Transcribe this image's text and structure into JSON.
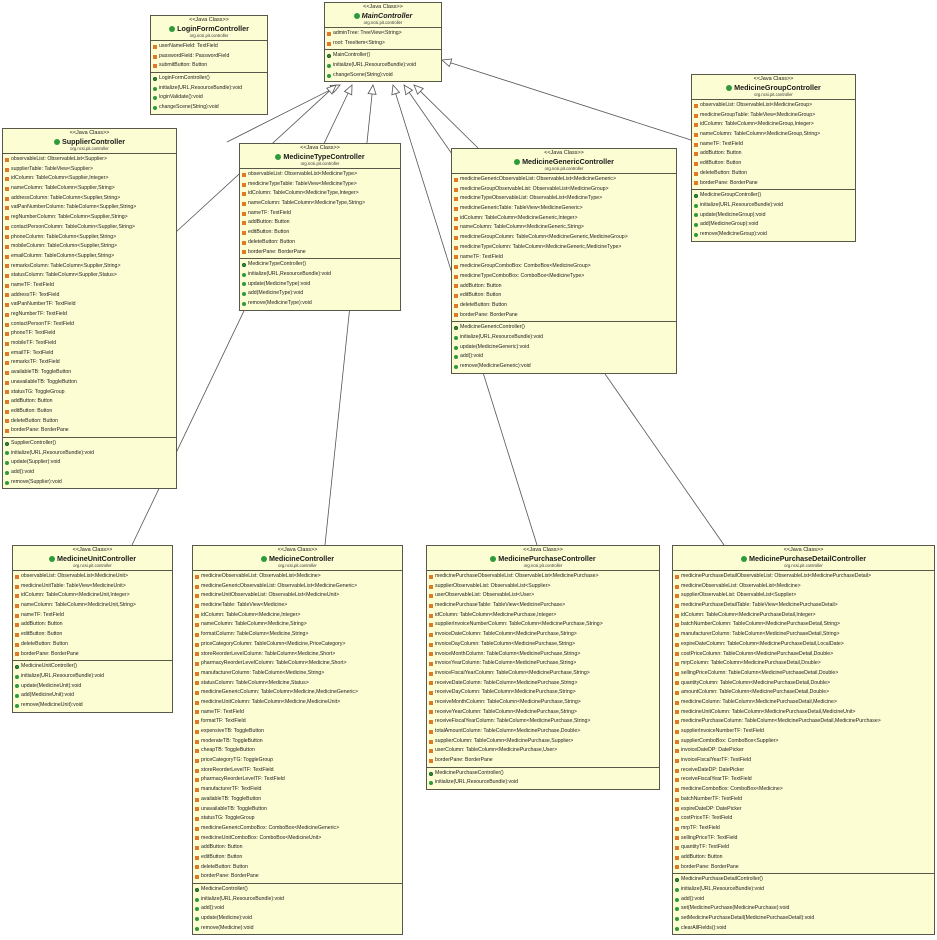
{
  "classes": [
    {
      "id": "login",
      "stereotype": "<<Java Class>>",
      "name": "LoginFormController",
      "package": "org.ncsi.pit.controller",
      "fields": [
        "userNameField: TextField",
        "passwordField: PasswordField",
        "submitButton: Button"
      ],
      "methods": [
        "LoginFormController()",
        "initialize(URL,ResourceBundle):void",
        "loginValidate():void",
        "changeScene(String):void"
      ]
    },
    {
      "id": "main",
      "stereotype": "<<Java Class>>",
      "name": "MainController",
      "package": "org.ncsi.pit.controller",
      "fields": [
        "adminTree: TreeView<String>",
        "root: TreeItem<String>"
      ],
      "methods": [
        "MainController()",
        "initialize(URL,ResourceBundle):void",
        "changeScene(String):void"
      ]
    },
    {
      "id": "group",
      "stereotype": "<<Java Class>>",
      "name": "MedicineGroupController",
      "package": "org.ncsi.pit.controller",
      "fields": [
        "observableList: ObservableList<MedicineGroup>",
        "medicineGroupTable: TableView<MedicineGroup>",
        "idColumn: TableColumn<MedicineGroup,Integer>",
        "nameColumn: TableColumn<MedicineGroup,String>",
        "nameTF: TextField",
        "addButton: Button",
        "editButton: Button",
        "deleteButton: Button",
        "borderPane: BorderPane"
      ],
      "methods": [
        "MedicineGroupController()",
        "initialize(URL,ResourceBundle):void",
        "update(MedicineGroup):void",
        "add(MedicineGroup):void",
        "remove(MedicineGroup):void"
      ]
    },
    {
      "id": "supplier",
      "stereotype": "<<Java Class>>",
      "name": "SupplierController",
      "package": "org.ncsi.pit.controller",
      "fields": [
        "observableList: ObservableList<Supplier>",
        "supplierTable: TableView<Supplier>",
        "idColumn: TableColumn<Supplier,Integer>",
        "nameColumn: TableColumn<Supplier,String>",
        "addressColumn: TableColumn<Supplier,String>",
        "vatPanNumberColumn: TableColumn<Supplier,String>",
        "regNumberColumn: TableColumn<Supplier,String>",
        "contactPersonColumn: TableColumn<Supplier,String>",
        "phoneColumn: TableColumn<Supplier,String>",
        "mobileColumn: TableColumn<Supplier,String>",
        "emailColumn: TableColumn<Supplier,String>",
        "remarksColumn: TableColumn<Supplier,String>",
        "statusColumn: TableColumn<Supplier,Status>",
        "nameTF: TextField",
        "addressTF: TextField",
        "vatPanNumberTF: TextField",
        "regNumberTF: TextField",
        "contactPersonTF: TextField",
        "phoneTF: TextField",
        "mobileTF: TextField",
        "emailTF: TextField",
        "remarksTF: TextField",
        "availableTB: ToggleButton",
        "unavailableTB: ToggleButton",
        "statusTG: ToggleGroup",
        "addButton: Button",
        "editButton: Button",
        "deleteButton: Button",
        "borderPane: BorderPane"
      ],
      "methods": [
        "SupplierController()",
        "initialize(URL,ResourceBundle):void",
        "update(Supplier):void",
        "add():void",
        "remove(Supplier):void"
      ]
    },
    {
      "id": "type",
      "stereotype": "<<Java Class>>",
      "name": "MedicineTypeController",
      "package": "org.ncsi.pit.controller",
      "fields": [
        "observableList: ObservableList<MedicineType>",
        "medicineTypeTable: TableView<MedicineType>",
        "idColumn: TableColumn<MedicineType,Integer>",
        "nameColumn: TableColumn<MedicineType,String>",
        "nameTF: TextField",
        "addButton: Button",
        "editButton: Button",
        "deleteButton: Button",
        "borderPane: BorderPane"
      ],
      "methods": [
        "MedicineTypeController()",
        "initialize(URL,ResourceBundle):void",
        "update(MedicineType):void",
        "add(MedicineType):void",
        "remove(MedicineType):void"
      ]
    },
    {
      "id": "generic",
      "stereotype": "<<Java Class>>",
      "name": "MedicineGenericController",
      "package": "org.ncsi.pit.controller",
      "fields": [
        "medicineGenericObservableList: ObservableList<MedicineGeneric>",
        "medicineGroupObservableList: ObservableList<MedicineGroup>",
        "medicineTypeObservableList: ObservableList<MedicineType>",
        "medicineGenericTable: TableView<MedicineGeneric>",
        "idColumn: TableColumn<MedicineGeneric,Integer>",
        "nameColumn: TableColumn<MedicineGeneric,String>",
        "medicineGroupColumn: TableColumn<MedicineGeneric,MedicineGroup>",
        "medicineTypeColumn: TableColumn<MedicineGeneric,MedicineType>",
        "nameTF: TextField",
        "medicineGroupComboBox: ComboBox<MedicineGroup>",
        "medicineTypeComboBox: ComboBox<MedicineType>",
        "addButton: Button",
        "editButton: Button",
        "deleteButton: Button",
        "borderPane: BorderPane"
      ],
      "methods": [
        "MedicineGenericController()",
        "initialize(URL,ResourceBundle):void",
        "update(MedicineGeneric):void",
        "add():void",
        "remove(MedicineGeneric):void"
      ]
    },
    {
      "id": "unit",
      "stereotype": "<<Java Class>>",
      "name": "MedicineUnitController",
      "package": "org.ncsi.pit.controller",
      "fields": [
        "observableList: ObservableList<MedicineUnit>",
        "medicineUnitTable: TableView<MedicineUnit>",
        "idColumn: TableColumn<MedicineUnit,Integer>",
        "nameColumn: TableColumn<MedicineUnit,String>",
        "nameTF: TextField",
        "addButton: Button",
        "editButton: Button",
        "deleteButton: Button",
        "borderPane: BorderPane"
      ],
      "methods": [
        "MedicineUnitController()",
        "initialize(URL,ResourceBundle):void",
        "update(MedicineUnit):void",
        "add(MedicineUnit):void",
        "remove(MedicineUnit):void"
      ]
    },
    {
      "id": "medicine",
      "stereotype": "<<Java Class>>",
      "name": "MedicineController",
      "package": "org.ncsi.pit.controller",
      "fields": [
        "medicineObservableList: ObservableList<Medicine>",
        "medicineGenericObservableList: ObservableList<MedicineGeneric>",
        "medicineUnitObservableList: ObservableList<MedicineUnit>",
        "medicineTable: TableView<Medicine>",
        "idColumn: TableColumn<Medicine,Integer>",
        "nameColumn: TableColumn<Medicine,String>",
        "formatColumn: TableColumn<Medicine,String>",
        "priceCategoryColumn: TableColumn<Medicine,PriceCategory>",
        "storeReorderLevelColumn: TableColumn<Medicine,Short>",
        "pharmacyReorderLevelColumn: TableColumn<Medicine,Short>",
        "manufacturerColumn: TableColumn<Medicine,String>",
        "statusColumn: TableColumn<Medicine,Status>",
        "medicineGenericColumn: TableColumn<Medicine,MedicineGeneric>",
        "medicineUnitColumn: TableColumn<Medicine,MedicineUnit>",
        "nameTF: TextField",
        "formatTF: TextField",
        "expensiveTB: ToggleButton",
        "moderateTB: ToggleButton",
        "cheapTB: ToggleButton",
        "priceCategoryTG: ToggleGroup",
        "storeReorderLevelTF: TextField",
        "pharmacyReorderLevelTF: TextField",
        "manufacturerTF: TextField",
        "availableTB: ToggleButton",
        "unavailableTB: ToggleButton",
        "statusTG: ToggleGroup",
        "medicineGenericComboBox: ComboBox<MedicineGeneric>",
        "medicineUnitComboBox: ComboBox<MedicineUnit>",
        "addButton: Button",
        "editButton: Button",
        "deleteButton: Button",
        "borderPane: BorderPane"
      ],
      "methods": [
        "MedicineController()",
        "initialize(URL,ResourceBundle):void",
        "add():void",
        "update(Medicine):void",
        "remove(Medicine):void"
      ]
    },
    {
      "id": "purchase",
      "stereotype": "<<Java Class>>",
      "name": "MedicinePurchaseController",
      "package": "org.ncsi.pit.controller",
      "fields": [
        "medicinePurchaseObservableList: ObservableList<MedicinePurchase>",
        "supplierObservableList: ObservableList<Supplier>",
        "userObservableList: ObservableList<User>",
        "medicinePurchaseTable: TableView<MedicinePurchase>",
        "idColumn: TableColumn<MedicinePurchase,Integer>",
        "supplierInvoiceNumberColumn: TableColumn<MedicinePurchase,String>",
        "invoiceDateColumn: TableColumn<MedicinePurchase,String>",
        "invoiceDayColumn: TableColumn<MedicinePurchase,String>",
        "invoiceMonthColumn: TableColumn<MedicinePurchase,String>",
        "invoiceYearColumn: TableColumn<MedicinePurchase,String>",
        "invoiceFiscalYearColumn: TableColumn<MedicinePurchase,String>",
        "receiveDateColumn: TableColumn<MedicinePurchase,String>",
        "receiveDayColumn: TableColumn<MedicinePurchase,String>",
        "receiveMonthColumn: TableColumn<MedicinePurchase,String>",
        "receiveYearColumn: TableColumn<MedicinePurchase,String>",
        "receiveFiscalYearColumn: TableColumn<MedicinePurchase,String>",
        "totalAmountColumn: TableColumn<MedicinePurchase,Double>",
        "supplierColumn: TableColumn<MedicinePurchase,Supplier>",
        "userColumn: TableColumn<MedicinePurchase,User>",
        "borderPane: BorderPane"
      ],
      "methods": [
        "MedicinePurchaseController()",
        "initialize(URL,ResourceBundle):void"
      ]
    },
    {
      "id": "detail",
      "stereotype": "<<Java Class>>",
      "name": "MedicinePurchaseDetailController",
      "package": "org.ncsi.pit.controller",
      "fields": [
        "medicinePurchaseDetailObservableList: ObservableList<MedicinePurchaseDetail>",
        "medicineObservableList: ObservableList<Medicine>",
        "supplierObservableList: ObservableList<Supplier>",
        "medicinePurchaseDetailTable: TableView<MedicinePurchaseDetail>",
        "idColumn: TableColumn<MedicinePurchaseDetail,Integer>",
        "batchNumberColumn: TableColumn<MedicinePurchaseDetail,String>",
        "manufacturerColumn: TableColumn<MedicinePurchaseDetail,String>",
        "expireDateColumn: TableColumn<MedicinePurchaseDetail,LocalDate>",
        "costPriceColumn: TableColumn<MedicinePurchaseDetail,Double>",
        "mrpColumn: TableColumn<MedicinePurchaseDetail,Double>",
        "sellingPriceColumn: TableColumn<MedicinePurchaseDetail,Double>",
        "quantityColumn: TableColumn<MedicinePurchaseDetail,Double>",
        "amountColumn: TableColumn<MedicinePurchaseDetail,Double>",
        "medicineColumn: TableColumn<MedicinePurchaseDetail,Medicine>",
        "medicineUnitColumn: TableColumn<MedicinePurchaseDetail,MedicineUnit>",
        "medicinePurchaseColumn: TableColumn<MedicinePurchaseDetail,MedicinePurchase>",
        "supplierInvoiceNumberTF: TextField",
        "supplierComboBox: ComboBox<Supplier>",
        "invoiceDateDP: DatePicker",
        "invoiceFiscalYearTF: TextField",
        "receiveDateDP: DatePicker",
        "receiveFiscalYearTF: TextField",
        "medicineComboBox: ComboBox<Medicine>",
        "batchNumberTF: TextField",
        "expireDateDP: DatePicker",
        "costPriceTF: TextField",
        "mrpTF: TextField",
        "sellingPriceTF: TextField",
        "quantityTF: TextField",
        "addButton: Button",
        "borderPane: BorderPane"
      ],
      "methods": [
        "MedicinePurchaseDetailController()",
        "initialize(URL,ResourceBundle):void",
        "add():void",
        "set(MedicinePurchase(MedicinePurchase):void",
        "setMedicinePurchaseDetail(MedicinePurchaseDetail):void",
        "clearAllFields():void"
      ]
    }
  ],
  "colors": {
    "fill": "#fdfdd4",
    "border": "#58584a",
    "field_marker": "#e07a28",
    "method_marker": "#2e9b3a",
    "edge": "#555555"
  }
}
